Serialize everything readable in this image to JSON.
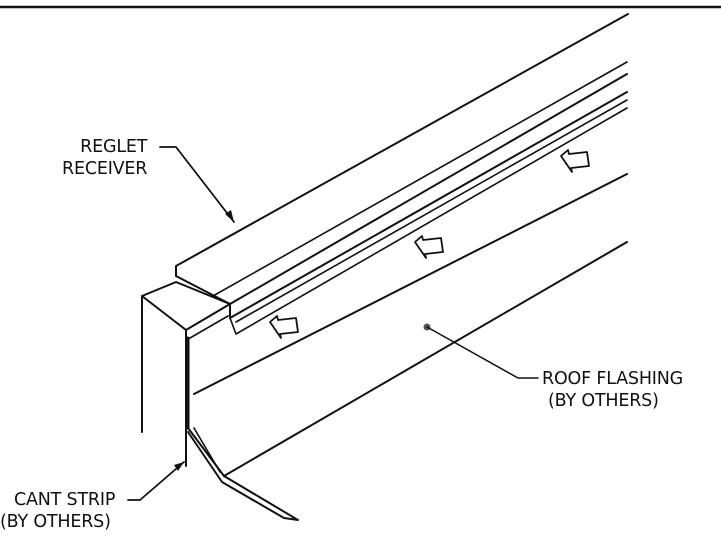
{
  "labels": {
    "reglet_receiver": [
      "REGLET",
      "RECEIVER"
    ],
    "roof_flashing": [
      "ROOF FLASHING",
      "(BY OTHERS)"
    ],
    "cant_strip": [
      "CANT STRIP",
      "(BY OTHERS)"
    ]
  },
  "colors": {
    "line": "#111111",
    "background": "#ffffff"
  }
}
